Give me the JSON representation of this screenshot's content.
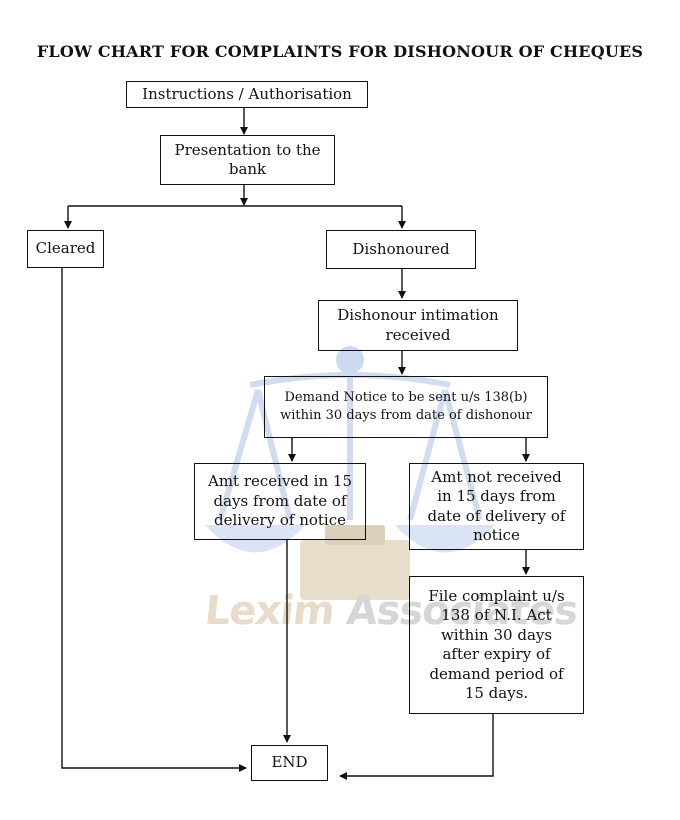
{
  "title": "FLOW CHART FOR COMPLAINTS FOR DISHONOUR OF CHEQUES",
  "boxes": {
    "instructions": "Instructions / Authorisation",
    "presentation": "Presentation to the bank",
    "cleared": "Cleared",
    "dishonoured": "Dishonoured",
    "intimation": "Dishonour intimation received",
    "demand_notice": "Demand Notice to be sent u/s 138(b) within 30 days from date of dishonour",
    "amt_received": "Amt received in 15 days from date of delivery of notice",
    "amt_not_received": "Amt not received in 15 days from date of delivery of notice",
    "file_complaint": "File complaint u/s 138 of N.I. Act within 30 days after expiry of demand period of 15 days.",
    "end": "END"
  },
  "watermark": {
    "text_a": "Lexim",
    "text_b": "Associates",
    "icon": "scales-of-justice-icon"
  },
  "colors": {
    "line": "#111111",
    "watermark_blue": "#c9d6ee",
    "watermark_tan": "#e6dcc9"
  }
}
